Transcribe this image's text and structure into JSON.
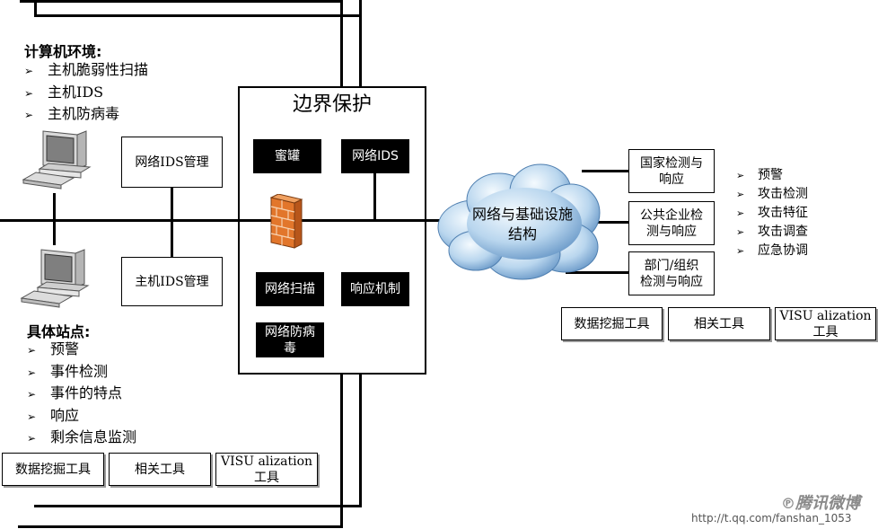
{
  "left_top": {
    "heading": "计算机环境:",
    "items": [
      "主机脆弱性扫描",
      "主机IDS",
      "主机防病毒"
    ]
  },
  "left_bottom": {
    "heading": "具体站点:",
    "items": [
      "预警",
      "事件检测",
      "事件的特点",
      "响应",
      "剩余信息监测"
    ]
  },
  "mgmt_boxes": {
    "network_ids_mgmt": "网络IDS管理",
    "host_ids_mgmt": "主机IDS管理"
  },
  "boundary": {
    "title": "边界保护",
    "honeypot": "蜜罐",
    "network_ids": "网络IDS",
    "network_scan": "网络扫描",
    "response": "响应机制",
    "antivirus": "网络防病\n毒"
  },
  "cloud": {
    "label": "网络与基础设施\n结构"
  },
  "right_boxes": {
    "national": "国家检测与\n响应",
    "enterprise": "公共企业检\n测与响应",
    "department": "部门/组织\n检测与响应"
  },
  "right_list": [
    "预警",
    "攻击检测",
    "攻击特征",
    "攻击调查",
    "应急协调"
  ],
  "tools_right": [
    "数据挖掘工具",
    "相关工具",
    "VISU alization\n工具"
  ],
  "tools_left": [
    "数据挖掘工具",
    "相关工具",
    "VISU alization\n工具"
  ],
  "watermark": {
    "brand": "腾讯微博",
    "url": "http://t.qq.com/fanshan_1053"
  },
  "colors": {
    "cloud_light": "#dcecf8",
    "cloud_dark": "#5d8fc2",
    "firewall_brick": "#e2762b",
    "block_fill": "#000000"
  }
}
